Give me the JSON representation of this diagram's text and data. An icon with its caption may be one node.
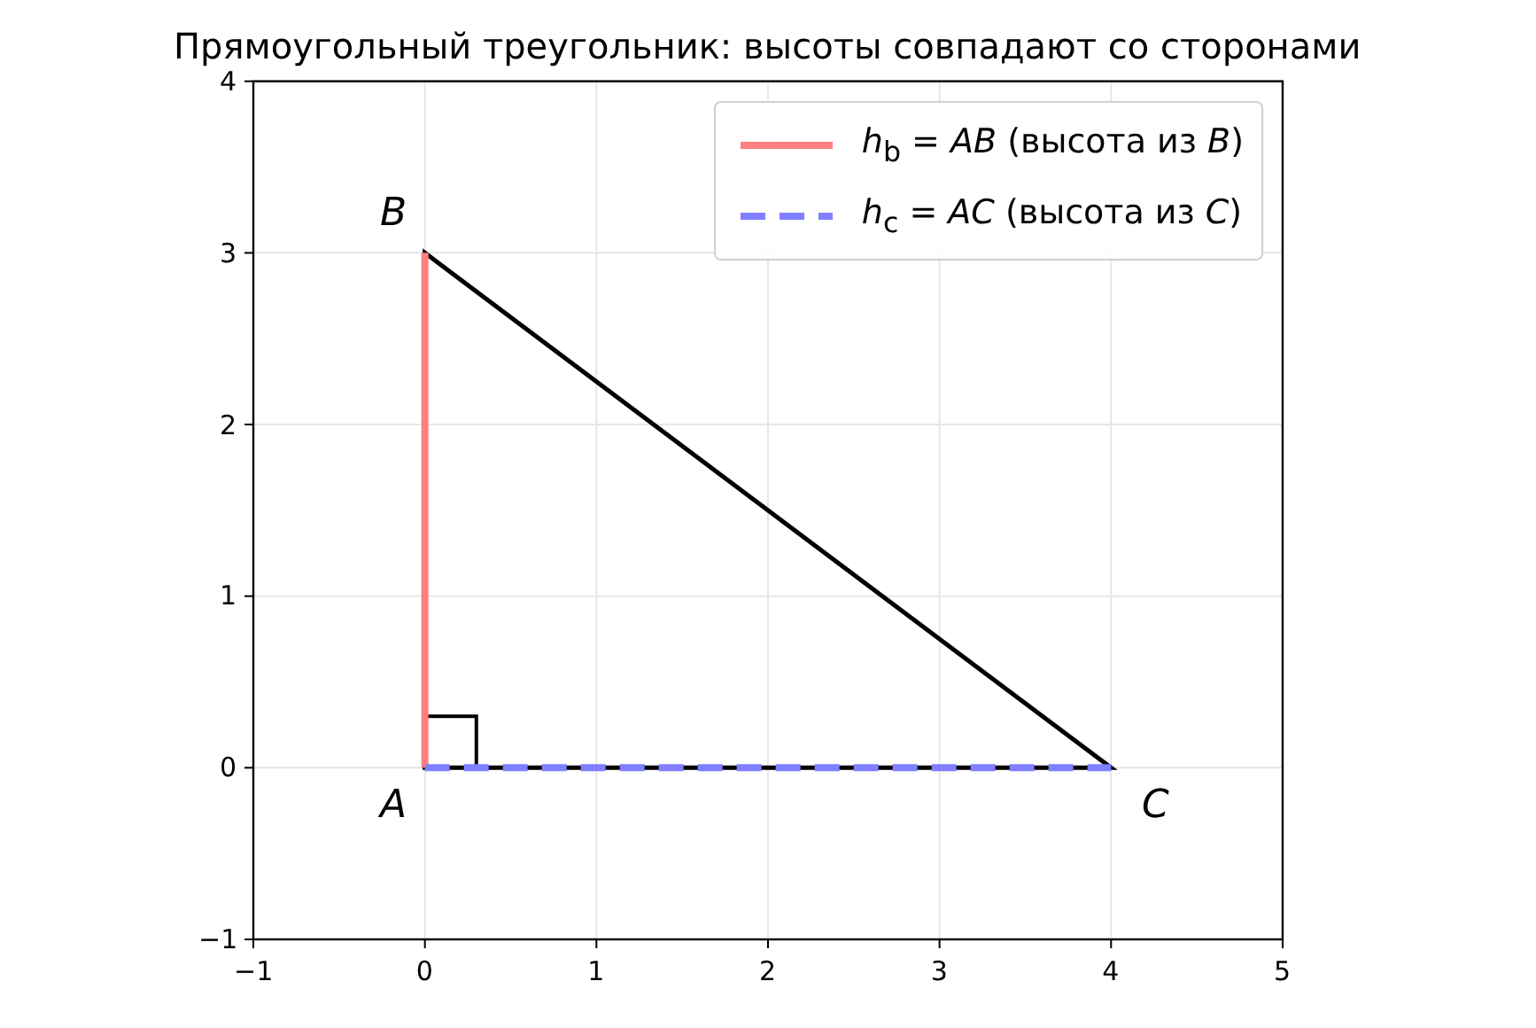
{
  "diagram": {
    "title": "Прямоугольный треугольник: высоты совпадают со сторонами",
    "labels": [
      "B",
      "A",
      "C",
      "4",
      "3",
      "2",
      "1",
      "0",
      "−1",
      "−1",
      "0",
      "1",
      "2",
      "3",
      "4",
      "5"
    ],
    "legend": [
      {
        "text": "*h*$_{b}$ = *AB* (высота из *B*)"
      },
      {
        "text": "*h*$_{c}$ = *AC* (высота из *C*)"
      }
    ]
  }
}
